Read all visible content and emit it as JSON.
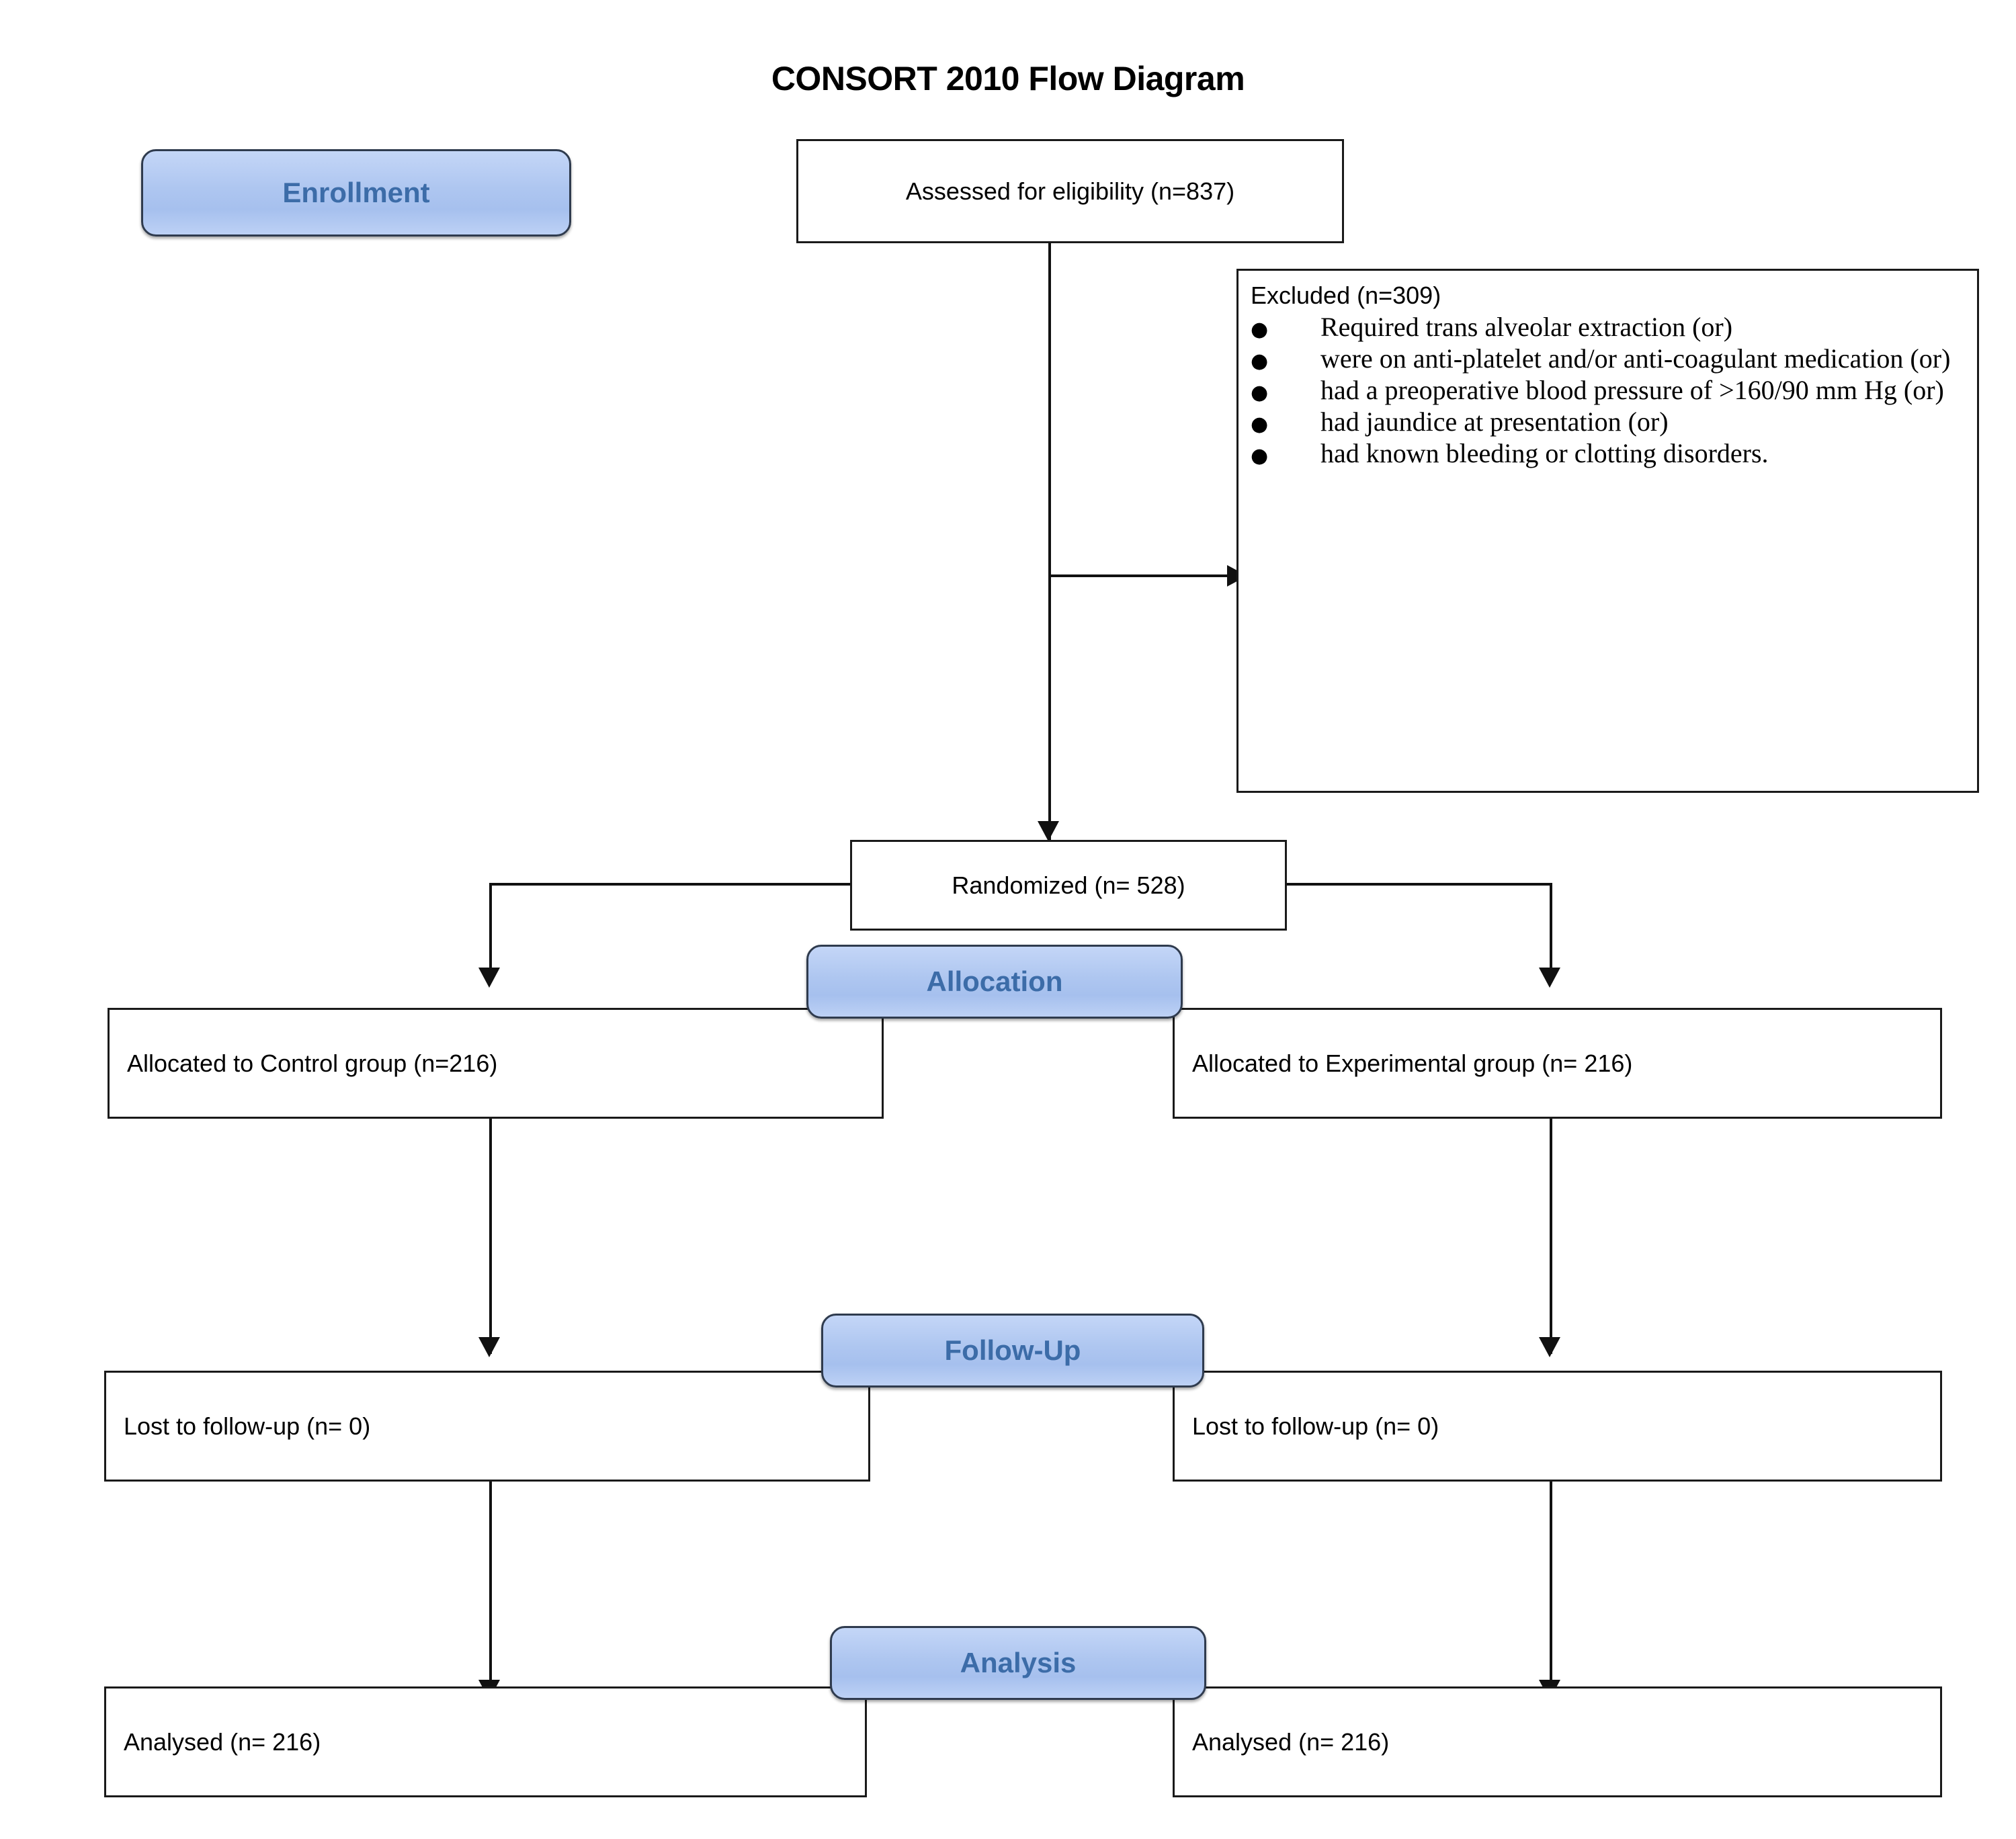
{
  "title": "CONSORT 2010 Flow Diagram",
  "stages": {
    "enrollment": "Enrollment",
    "allocation": "Allocation",
    "followup": "Follow-Up",
    "analysis": "Analysis"
  },
  "nodes": {
    "assessed": "Assessed for eligibility (n=837)",
    "excluded_heading": "Excluded (n=309)",
    "excluded_reasons": [
      "Required trans alveolar extraction (or)",
      "were on anti-platelet and/or anti-coagulant medication (or)",
      "had a preoperative blood pressure of  >160/90 mm Hg (or)",
      "had jaundice at presentation (or)",
      "had known bleeding or clotting disorders."
    ],
    "randomized": "Randomized (n= 528)",
    "allocated_control": "Allocated to Control group (n=216)",
    "allocated_experimental": "Allocated to Experimental group (n= 216)",
    "lost_control": "Lost to follow-up (n= 0)",
    "lost_experimental": "Lost to follow-up (n= 0)",
    "analysed_control": "Analysed (n= 216)",
    "analysed_experimental": "Analysed (n= 216)"
  },
  "colors": {
    "badge_fill": "#aec6f0",
    "badge_text": "#3c6ca8",
    "badge_border": "#2f3b4e",
    "node_border": "#1a1a1a",
    "connector": "#111111",
    "background": "#ffffff"
  },
  "chart_data": {
    "type": "diagram",
    "diagram_kind": "CONSORT flow",
    "title": "CONSORT 2010 Flow Diagram",
    "stages": [
      "Enrollment",
      "Allocation",
      "Follow-Up",
      "Analysis"
    ],
    "counts": {
      "assessed_for_eligibility": 837,
      "excluded": 309,
      "randomized": 528,
      "allocated_control": 216,
      "allocated_experimental": 216,
      "lost_to_followup_control": 0,
      "lost_to_followup_experimental": 0,
      "analysed_control": 216,
      "analysed_experimental": 216
    },
    "exclusion_reasons": [
      "Required trans alveolar extraction (or)",
      "were on anti-platelet and/or anti-coagulant medication (or)",
      "had a preoperative blood pressure of >160/90 mm Hg (or)",
      "had jaundice at presentation (or)",
      "had known bleeding or clotting disorders."
    ],
    "arms": [
      "Control",
      "Experimental"
    ]
  }
}
